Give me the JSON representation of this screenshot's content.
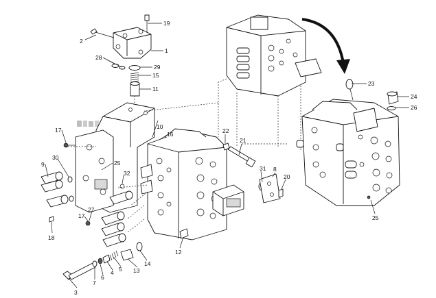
{
  "callouts": [
    {
      "id": "c1",
      "label": "1"
    },
    {
      "id": "c2",
      "label": "2"
    },
    {
      "id": "c3",
      "label": "3"
    },
    {
      "id": "c4",
      "label": "4"
    },
    {
      "id": "c5",
      "label": "5"
    },
    {
      "id": "c6",
      "label": "6"
    },
    {
      "id": "c7",
      "label": "7"
    },
    {
      "id": "c8",
      "label": "8"
    },
    {
      "id": "c9",
      "label": "9"
    },
    {
      "id": "c10",
      "label": "10"
    },
    {
      "id": "c11",
      "label": "11"
    },
    {
      "id": "c12",
      "label": "12"
    },
    {
      "id": "c13",
      "label": "13"
    },
    {
      "id": "c14",
      "label": "14"
    },
    {
      "id": "c15",
      "label": "15"
    },
    {
      "id": "c16",
      "label": "16"
    },
    {
      "id": "c17a",
      "label": "17"
    },
    {
      "id": "c17b",
      "label": "17"
    },
    {
      "id": "c18",
      "label": "18"
    },
    {
      "id": "c19",
      "label": "19"
    },
    {
      "id": "c20",
      "label": "20"
    },
    {
      "id": "c21",
      "label": "21"
    },
    {
      "id": "c22",
      "label": "22"
    },
    {
      "id": "c23",
      "label": "23"
    },
    {
      "id": "c24",
      "label": "24"
    },
    {
      "id": "c25a",
      "label": "25"
    },
    {
      "id": "c25b",
      "label": "25"
    },
    {
      "id": "c26",
      "label": "26"
    },
    {
      "id": "c27",
      "label": "27"
    },
    {
      "id": "c28",
      "label": "28"
    },
    {
      "id": "c29",
      "label": "29"
    },
    {
      "id": "c30",
      "label": "30"
    },
    {
      "id": "c31",
      "label": "31"
    },
    {
      "id": "c32",
      "label": "32"
    }
  ]
}
